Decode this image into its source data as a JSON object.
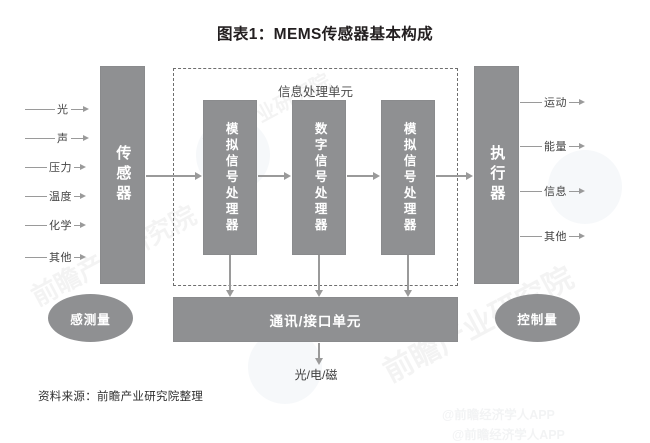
{
  "title": "图表1：MEMS传感器基本构成",
  "source_note": "资料来源：前瞻产业研究院整理",
  "watermarks": {
    "footer_1": "@前瞻经济学人APP",
    "footer_2": "@前瞻经济学人APP",
    "body": "前瞻产业研究院"
  },
  "inputs": {
    "group_label": "感测量",
    "items": [
      {
        "label": "光"
      },
      {
        "label": "声"
      },
      {
        "label": "压力"
      },
      {
        "label": "温度"
      },
      {
        "label": "化学"
      },
      {
        "label": "其他"
      }
    ]
  },
  "outputs": {
    "group_label": "控制量",
    "items": [
      {
        "label": "运动"
      },
      {
        "label": "能量"
      },
      {
        "label": "信息"
      },
      {
        "label": "其他"
      }
    ]
  },
  "blocks": {
    "sensor": "传感器",
    "actuator": "执行器",
    "info_unit": "信息处理单元",
    "comm_unit": "通讯/接口单元",
    "processors": [
      {
        "label": "模拟信号处理器"
      },
      {
        "label": "数字信号处理器"
      },
      {
        "label": "模拟信号处理器"
      }
    ]
  },
  "output_medium": "光/电/磁",
  "colors": {
    "block_fill": "#8f9092",
    "block_text": "#ffffff",
    "line": "#9a9a9a",
    "dashed_border": "#6e6e6e",
    "title_text": "#231f20",
    "page_bg": "#ffffff"
  }
}
